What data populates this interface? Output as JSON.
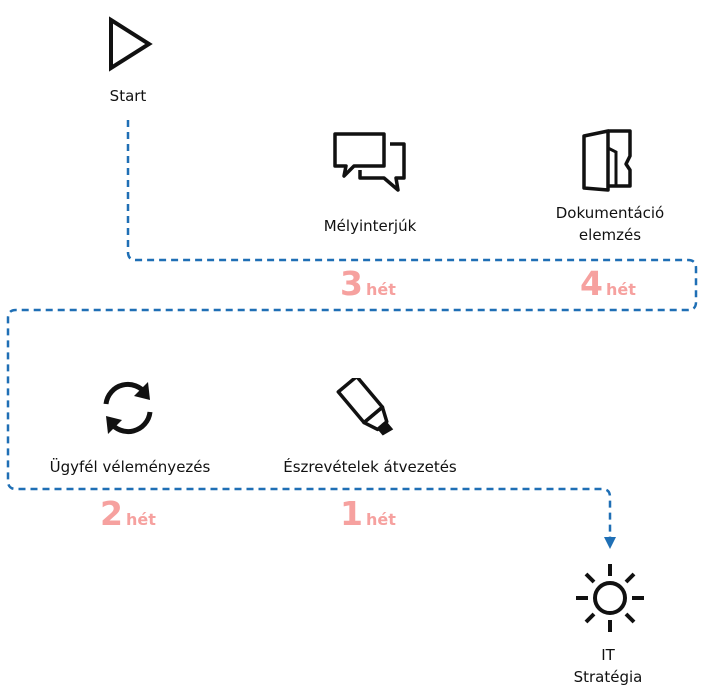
{
  "start": {
    "label": "Start",
    "icon": "play-triangle-icon"
  },
  "steps": [
    {
      "id": "interviews",
      "label": "Mélyinterjúk",
      "icon": "chat-bubbles-icon",
      "duration_value": "3",
      "duration_unit": "hét"
    },
    {
      "id": "docs",
      "label_line1": "Dokumentáció",
      "label_line2": "elemzés",
      "icon": "document-icon",
      "duration_value": "4",
      "duration_unit": "hét"
    },
    {
      "id": "feedback",
      "label": "Ügyfél véleményezés",
      "icon": "refresh-arrows-icon",
      "duration_value": "2",
      "duration_unit": "hét"
    },
    {
      "id": "notes",
      "label": "Észrevételek átvezetés",
      "icon": "highlighter-icon",
      "duration_value": "1",
      "duration_unit": "hét"
    }
  ],
  "end": {
    "label_line1": "IT",
    "label_line2": "Stratégia",
    "icon": "sun-icon"
  },
  "colors": {
    "path": "#1f6fb5",
    "duration": "#f6a19f",
    "icon": "#111111"
  }
}
